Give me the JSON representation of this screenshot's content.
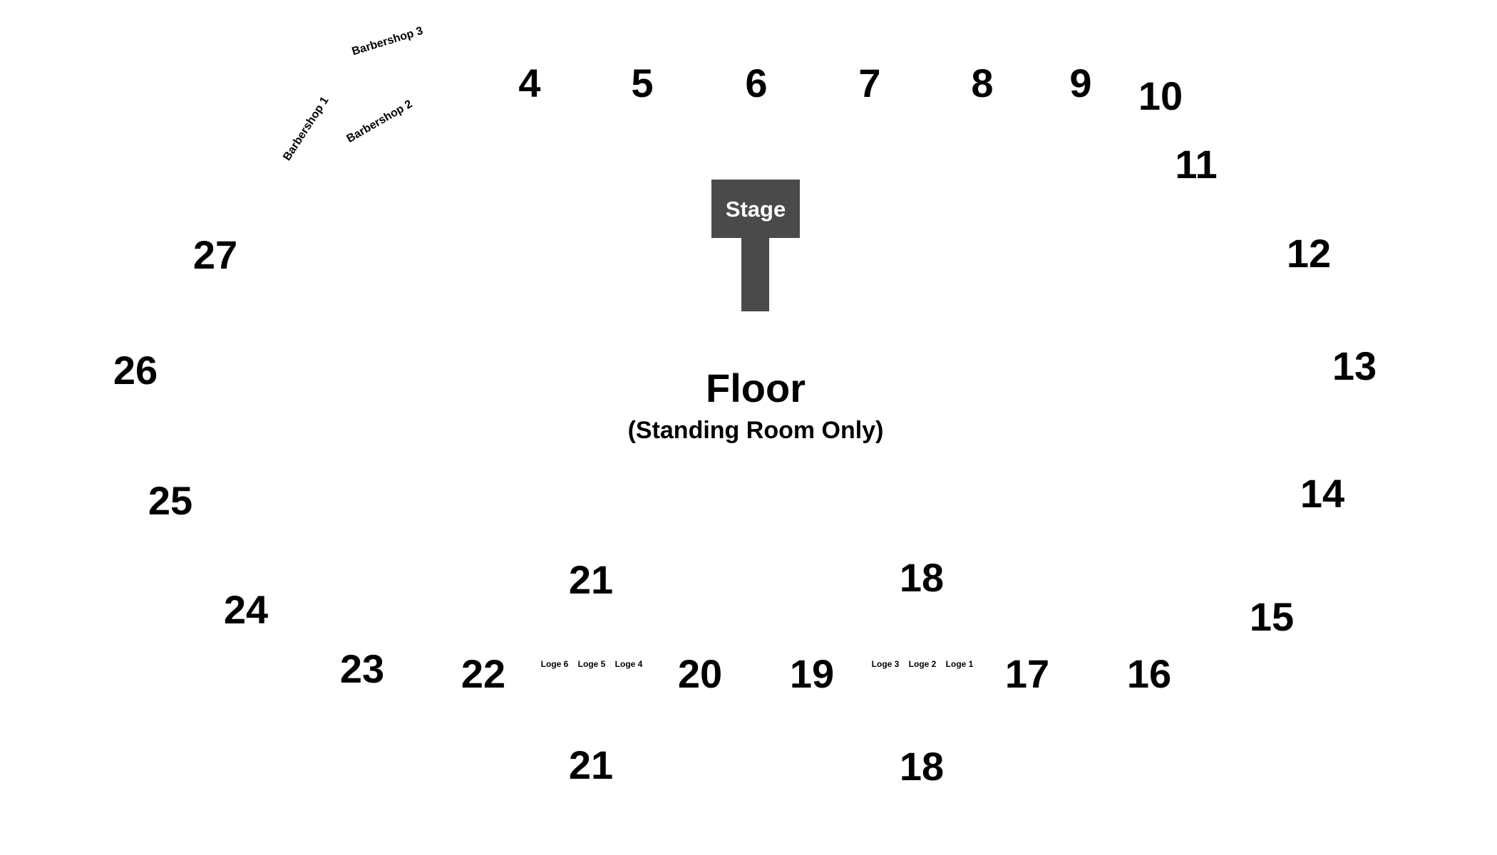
{
  "stage": {
    "label": "Stage",
    "color": "#4a4a4a"
  },
  "floor": {
    "label": "Floor",
    "note": "(Standing Room Only)"
  },
  "sections": {
    "s4": "4",
    "s5": "5",
    "s6": "6",
    "s7": "7",
    "s8": "8",
    "s9": "9",
    "s10": "10",
    "s11": "11",
    "s12": "12",
    "s13": "13",
    "s14": "14",
    "s15": "15",
    "s16": "16",
    "s17": "17",
    "s18_upper": "18",
    "s18_lower": "18",
    "s19": "19",
    "s20": "20",
    "s21_upper": "21",
    "s21_lower": "21",
    "s22": "22",
    "s23": "23",
    "s24": "24",
    "s25": "25",
    "s26": "26",
    "s27": "27"
  },
  "loges": {
    "loge6": "Loge 6",
    "loge5": "Loge 5",
    "loge4": "Loge 4",
    "loge3": "Loge 3",
    "loge2": "Loge 2",
    "loge1": "Loge 1"
  },
  "barbershops": {
    "b1": "Barbershop 1",
    "b2": "Barbershop 2",
    "b3": "Barbershop 3"
  }
}
